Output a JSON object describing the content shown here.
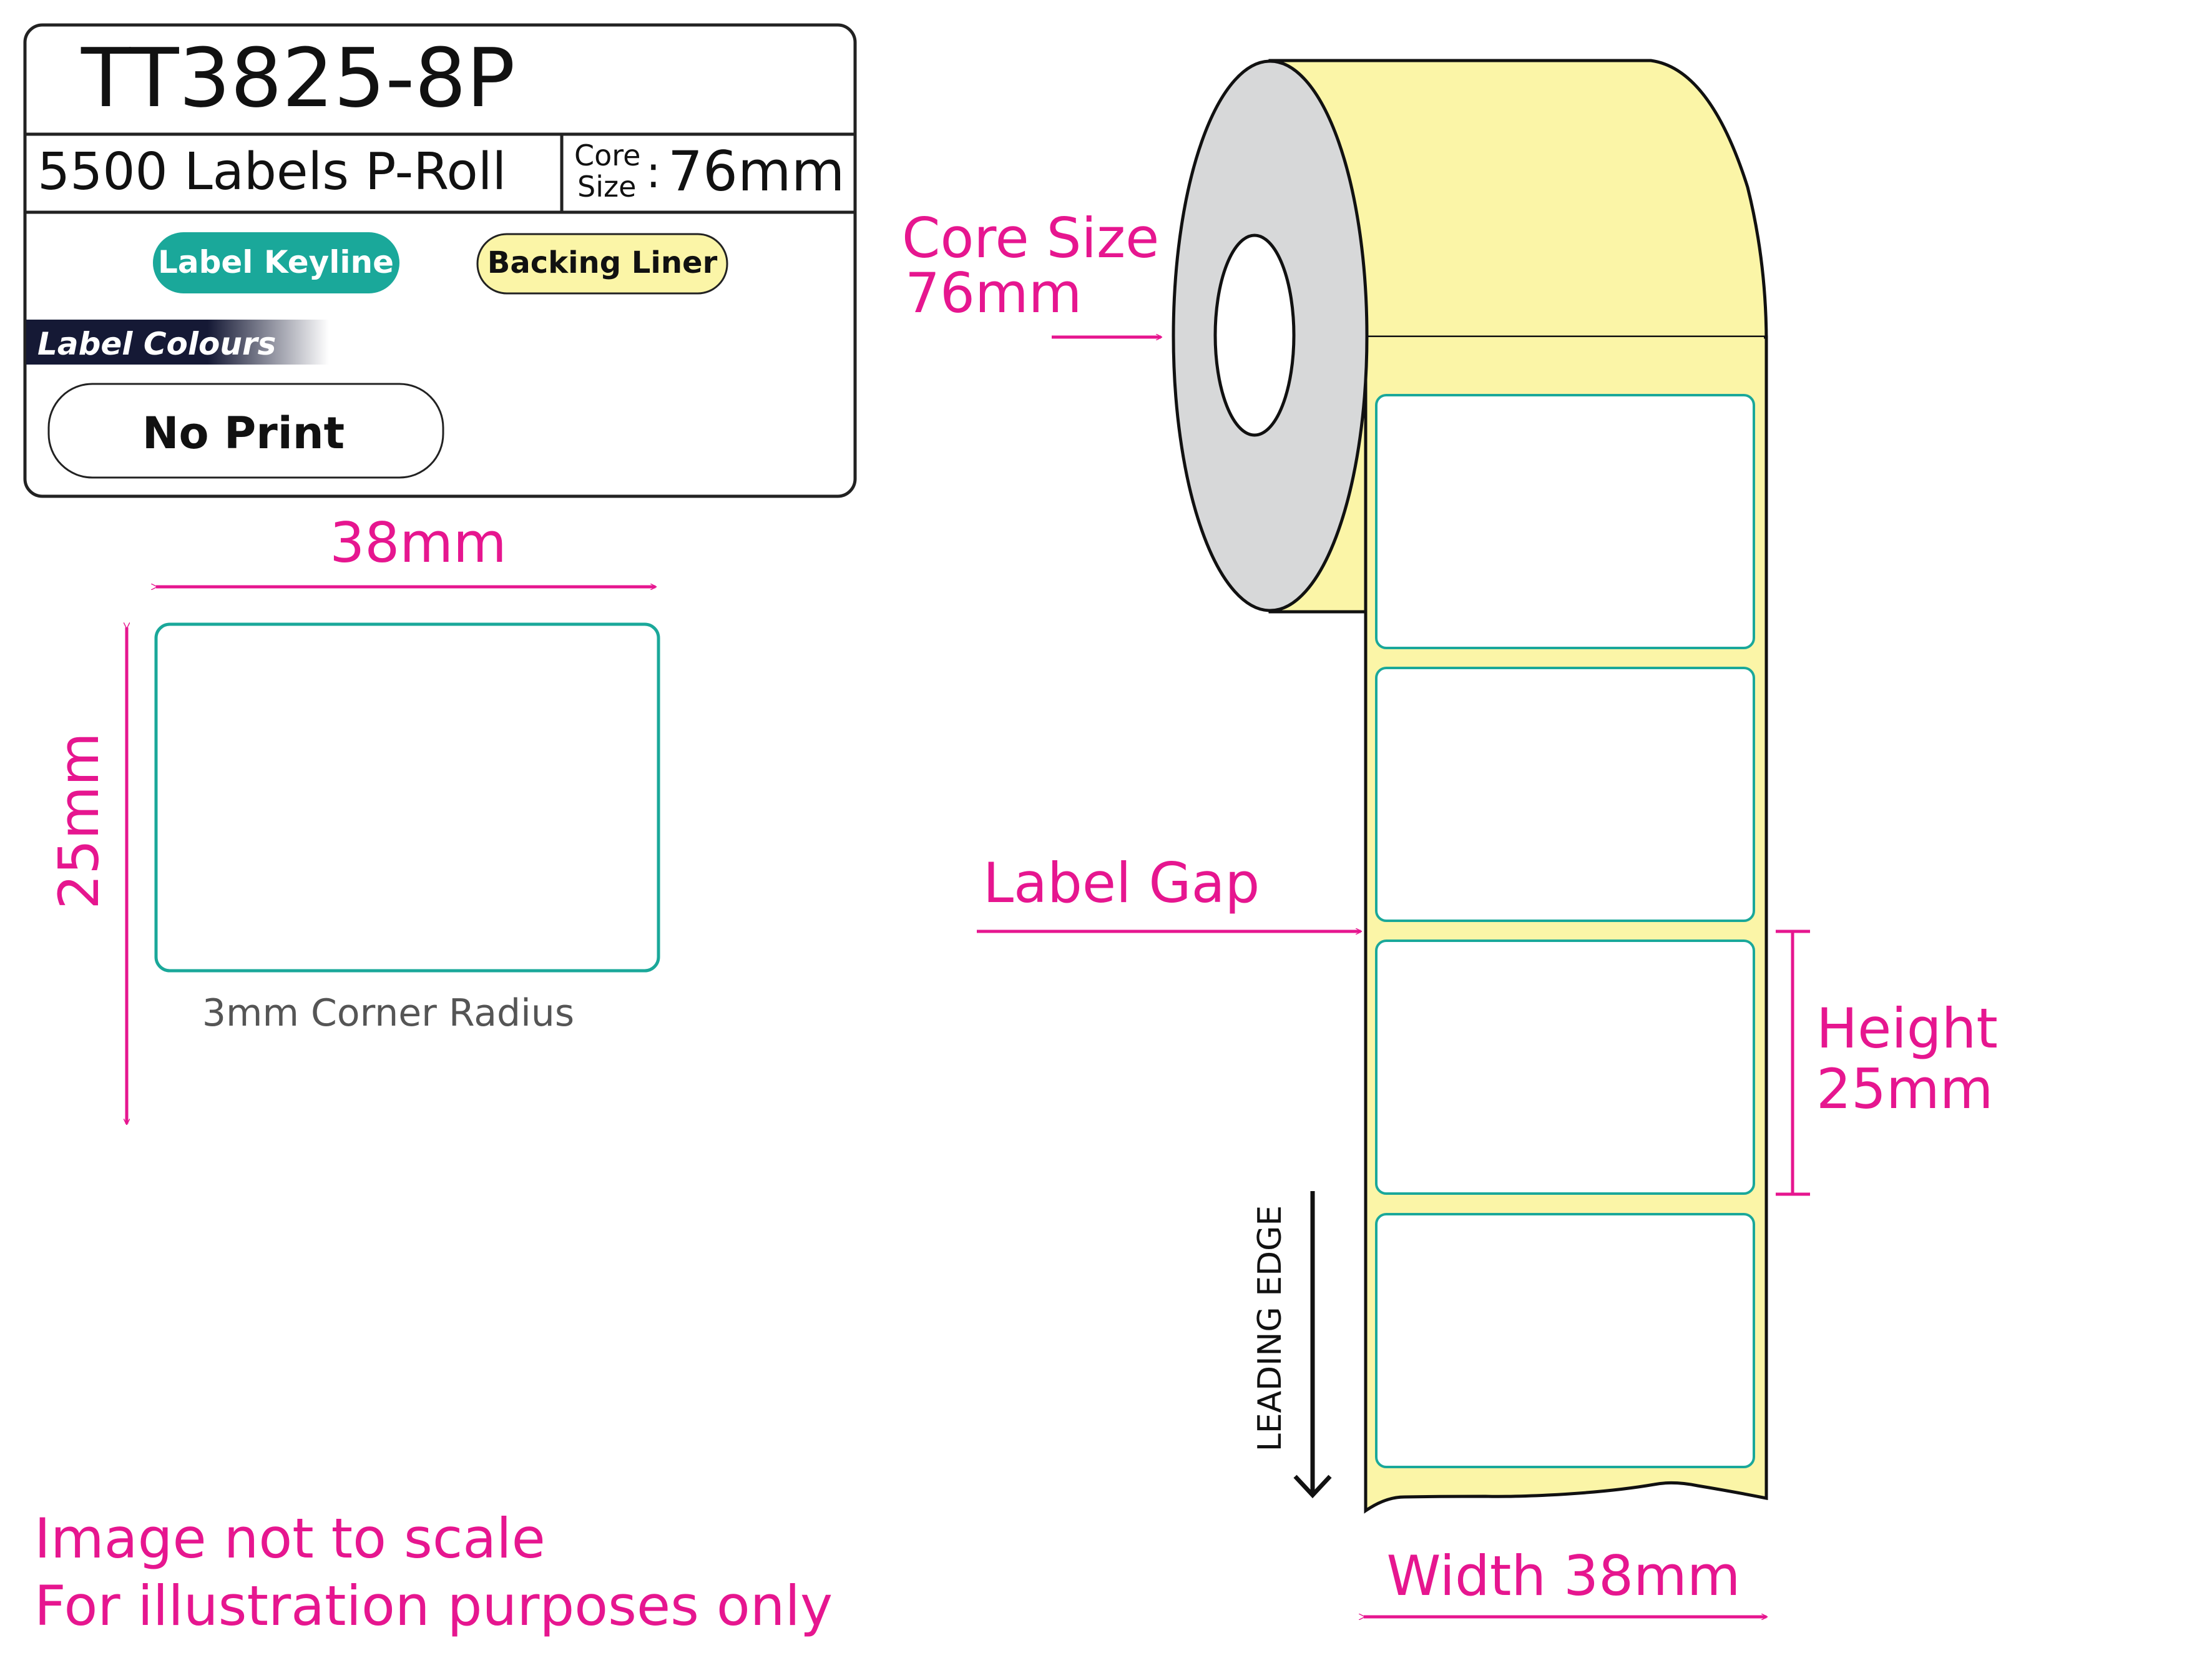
{
  "info_panel": {
    "product_code": "TT3825-8P",
    "label_count": "5500",
    "labels_text": "Labels P-Roll",
    "core_label_line1": "Core",
    "core_label_line2": "Size",
    "core_colon": ":",
    "core_value": "76mm",
    "keyline_badge": "Label Keyline",
    "liner_badge": "Backing Liner",
    "label_colours_heading": "Label Colours",
    "print_option": "No Print"
  },
  "label_detail": {
    "width_dim": "38mm",
    "height_dim": "25mm",
    "corner_note": "3mm Corner Radius"
  },
  "roll": {
    "core_size_line1": "Core Size",
    "core_size_line2": "76mm",
    "label_gap": "Label Gap",
    "height_line1": "Height",
    "height_line2": "25mm",
    "leading_edge": "LEADING EDGE",
    "width_dim": "Width 38mm"
  },
  "disclaimer": {
    "line1": "Image not to scale",
    "line2": "For illustration purposes only"
  },
  "colors": {
    "annotation": "#e6168f",
    "keyline": "#1aa89a",
    "liner": "#fbf5a7",
    "core": "#d7d8d9",
    "panel_heading_bg": "#151935"
  }
}
